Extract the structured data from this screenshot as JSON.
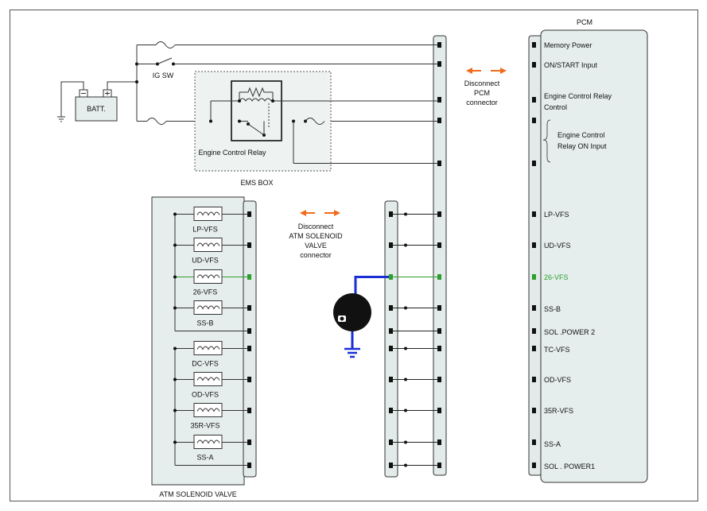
{
  "labels": {
    "pcm_title": "PCM",
    "ig_sw": "IG SW",
    "batt": "BATT.",
    "ecr": "Engine Control Relay",
    "ems_box": "EMS BOX",
    "atm_valve": "ATM SOLENOID VALVE",
    "disconnect_pcm": [
      "Disconnect",
      "PCM",
      "connector"
    ],
    "disconnect_atm": [
      "Disconnect",
      "ATM SOLENOID",
      "VALVE",
      "connector"
    ]
  },
  "pcm_pins": [
    {
      "label": "Memory Power"
    },
    {
      "label": "ON/START Input"
    },
    {
      "label": "Engine Control Relay"
    },
    {
      "label": "Control"
    },
    {
      "label": "Engine Control"
    },
    {
      "label": "Relay ON Input"
    },
    {
      "label": "LP-VFS"
    },
    {
      "label": "UD-VFS"
    },
    {
      "label": "26-VFS",
      "highlight": true
    },
    {
      "label": "SS-B"
    },
    {
      "label": "SOL .POWER 2"
    },
    {
      "label": "TC-VFS"
    },
    {
      "label": "OD-VFS"
    },
    {
      "label": "35R-VFS"
    },
    {
      "label": "SS-A"
    },
    {
      "label": "SOL . POWER1"
    }
  ],
  "solenoids": [
    "LP-VFS",
    "UD-VFS",
    "26-VFS",
    "SS-B",
    "DC-VFS",
    "OD-VFS",
    "35R-VFS",
    "SS-A"
  ],
  "colors": {
    "line": "#222222",
    "highlight": "#2e9e2e",
    "probe": "#1a2fd6",
    "arrow": "#f26a1b",
    "connector_fill": "#e2ebea",
    "pcm_fill": "#e5eeec"
  }
}
